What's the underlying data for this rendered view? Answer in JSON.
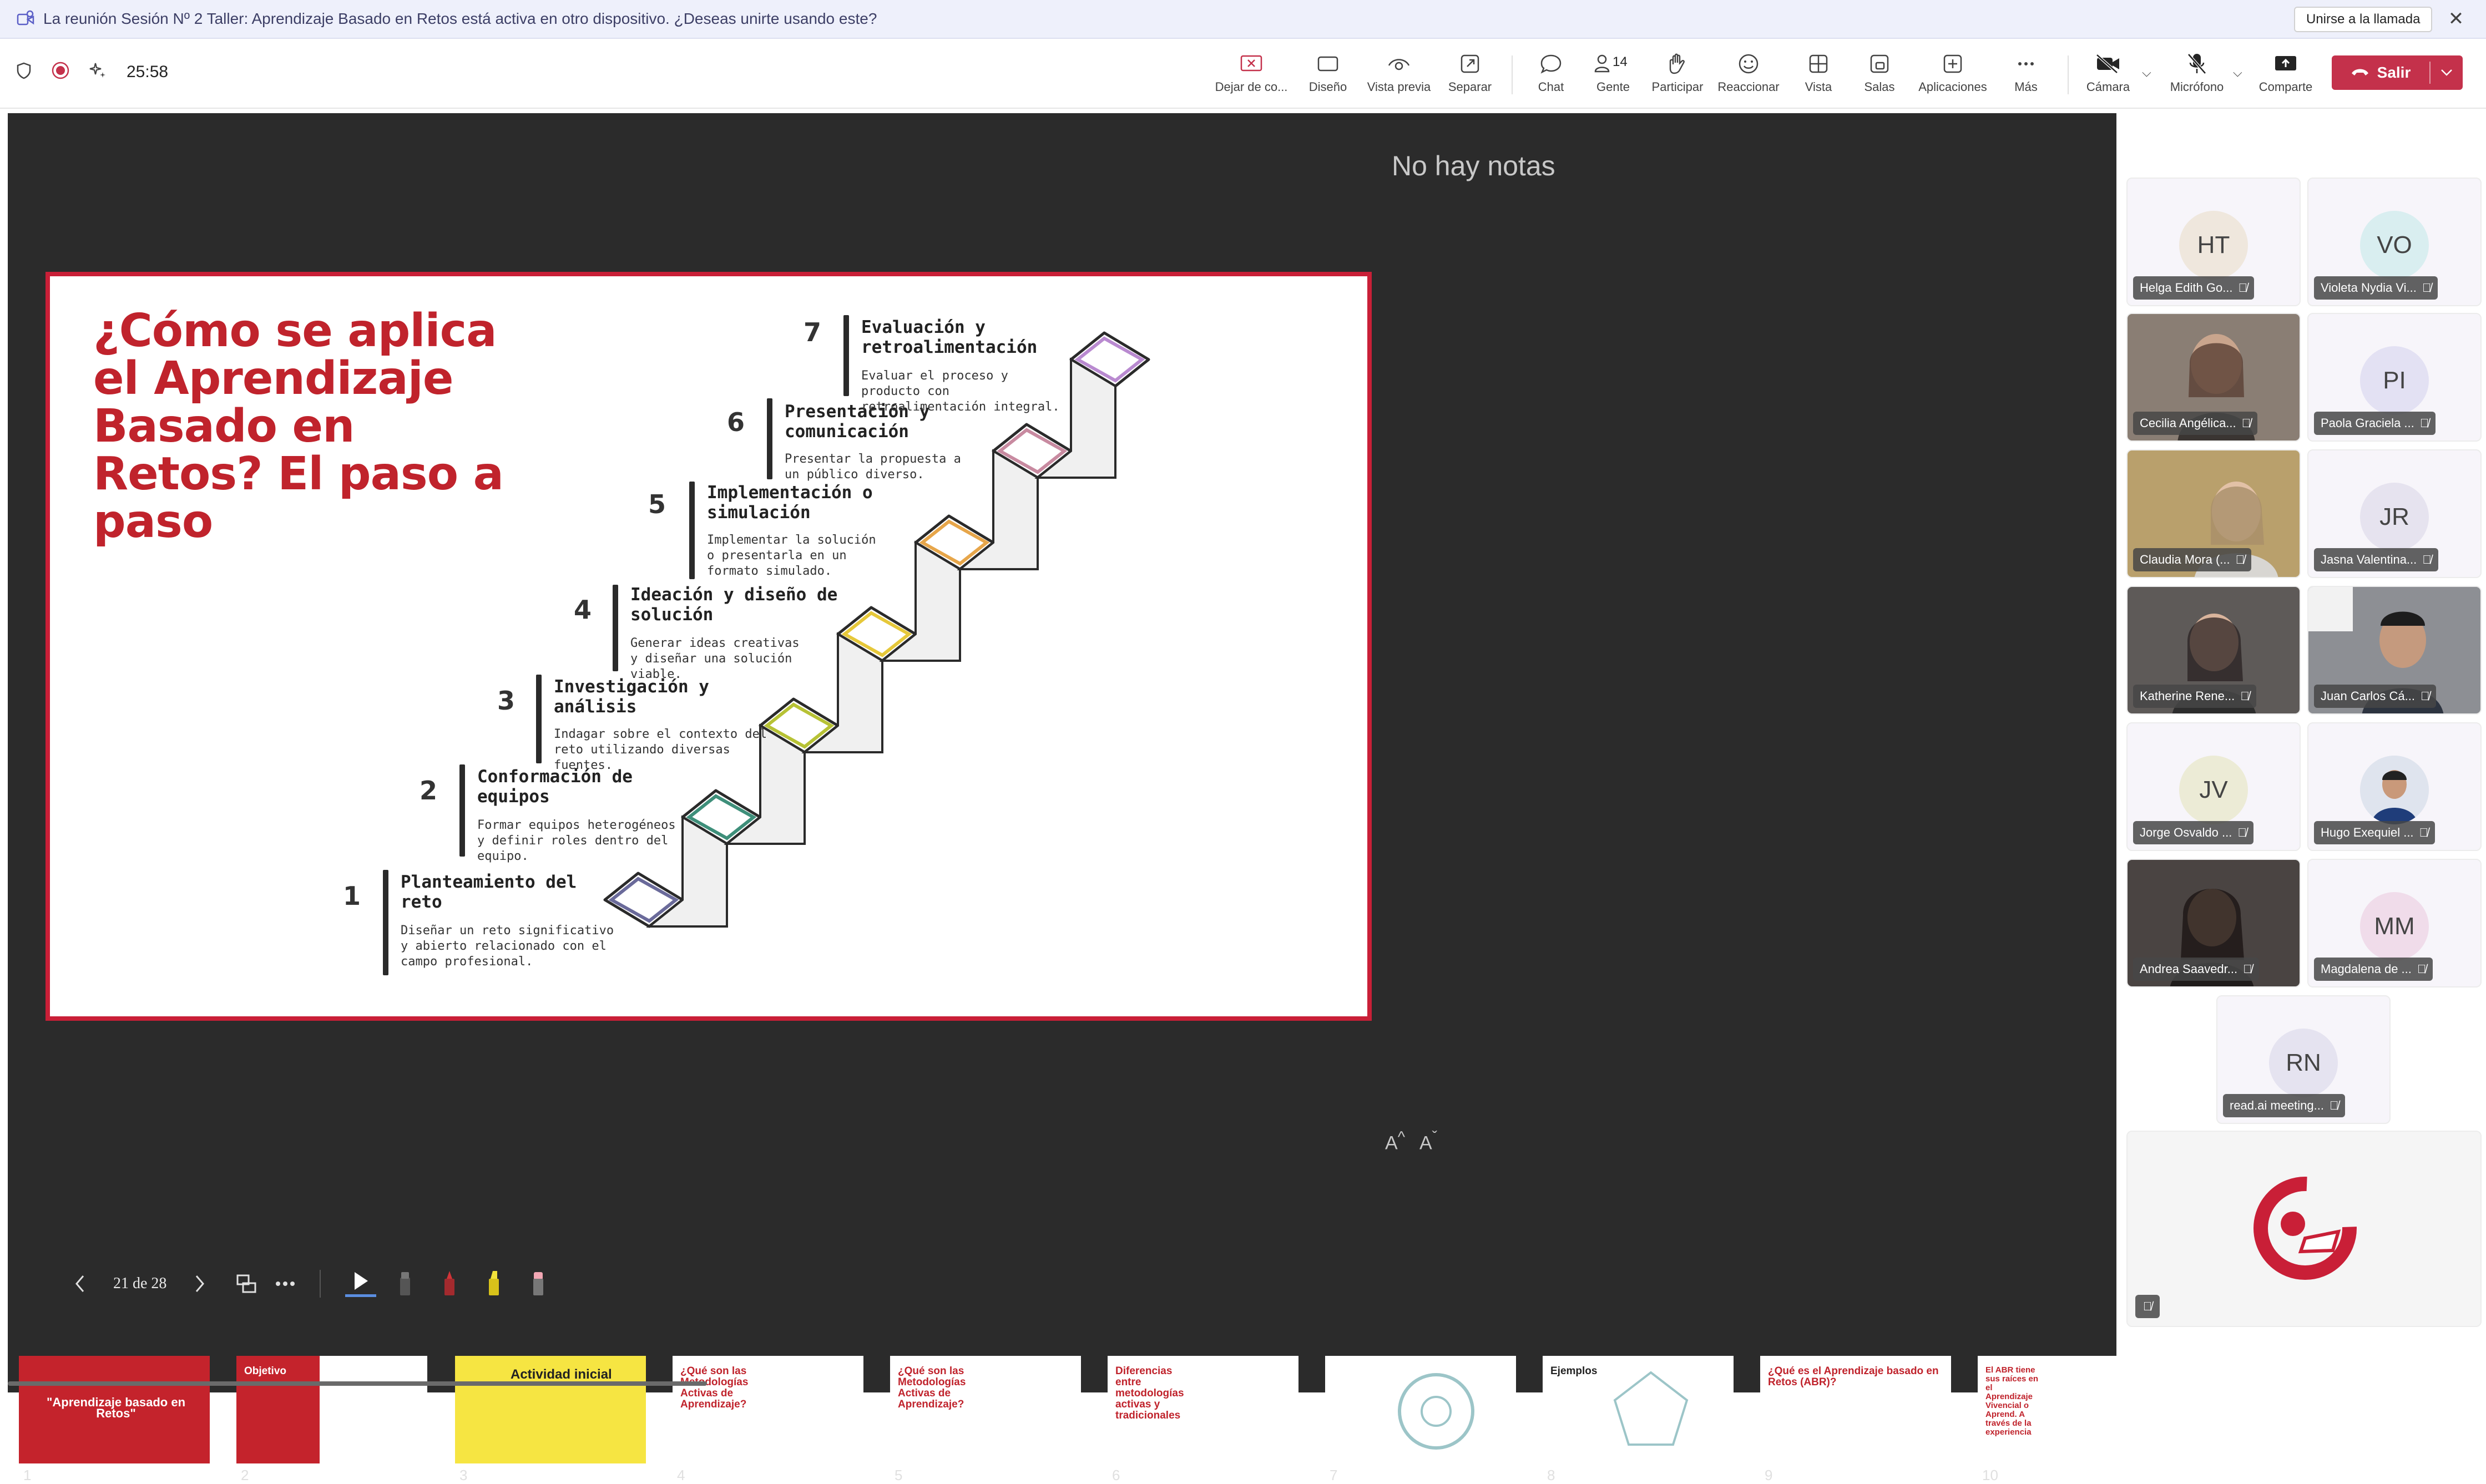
{
  "banner": {
    "text": "La reunión Sesión Nº 2 Taller: Aprendizaje Basado en Retos está activa en otro dispositivo. ¿Deseas unirte usando este?",
    "join_label": "Unirse a la llamada"
  },
  "toolbar": {
    "timer": "25:58",
    "buttons": [
      {
        "label": "Dejar de co...",
        "icon": "stop-share-icon"
      },
      {
        "label": "Diseño",
        "icon": "layout-icon"
      },
      {
        "label": "Vista previa",
        "icon": "eye-icon"
      },
      {
        "label": "Separar",
        "icon": "popout-icon"
      },
      {
        "label": "Chat",
        "icon": "chat-icon"
      },
      {
        "label": "Gente",
        "icon": "people-icon",
        "badge": "14"
      },
      {
        "label": "Participar",
        "icon": "hand-icon"
      },
      {
        "label": "Reaccionar",
        "icon": "smile-icon"
      },
      {
        "label": "Vista",
        "icon": "grid-icon"
      },
      {
        "label": "Salas",
        "icon": "rooms-icon"
      },
      {
        "label": "Aplicaciones",
        "icon": "plus-icon"
      },
      {
        "label": "Más",
        "icon": "more-icon"
      },
      {
        "label": "Cámara",
        "icon": "camera-off-icon"
      },
      {
        "label": "Micrófono",
        "icon": "mic-off-icon"
      },
      {
        "label": "Comparte",
        "icon": "share-icon"
      }
    ],
    "leave_label": "Salir",
    "accent": "#c4314b"
  },
  "slide": {
    "title": "¿Cómo se aplica el Aprendizaje Basado en Retos? El paso a paso",
    "steps": [
      {
        "num": "1",
        "title": "Planteamiento del reto",
        "desc": "Diseñar un reto significativo y abierto relacionado con el campo profesional."
      },
      {
        "num": "2",
        "title": "Conformación de equipos",
        "desc": "Formar equipos heterogéneos y definir roles dentro del equipo."
      },
      {
        "num": "3",
        "title": "Investigación y análisis",
        "desc": "Indagar sobre el contexto del reto utilizando diversas fuentes."
      },
      {
        "num": "4",
        "title": "Ideación y diseño de solución",
        "desc": "Generar ideas creativas y diseñar una solución viable."
      },
      {
        "num": "5",
        "title": "Implementación o simulación",
        "desc": "Implementar la solución o presentarla en un formato simulado."
      },
      {
        "num": "6",
        "title": "Presentación y comunicación",
        "desc": "Presentar la propuesta a un público diverso."
      },
      {
        "num": "7",
        "title": "Evaluación y retroalimentación",
        "desc": "Evaluar el proceso y producto con retroalimentación integral."
      }
    ]
  },
  "notes": "No hay notas",
  "controls": {
    "page": "21 de 28"
  },
  "thumbnails": [
    {
      "num": "1",
      "title": "\"Aprendizaje basado en Retos\""
    },
    {
      "num": "2",
      "title": "Objetivo"
    },
    {
      "num": "3",
      "title": "Actividad inicial"
    },
    {
      "num": "4",
      "title": "¿Qué son las Metodologías Activas de Aprendizaje?"
    },
    {
      "num": "5",
      "title": "¿Qué son las Metodologías Activas de Aprendizaje?"
    },
    {
      "num": "6",
      "title": "Diferencias entre metodologías activas y tradicionales"
    },
    {
      "num": "7",
      "title": ""
    },
    {
      "num": "8",
      "title": "Ejemplos"
    },
    {
      "num": "9",
      "title": "¿Qué es el Aprendizaje basado en Retos (ABR)?"
    },
    {
      "num": "10",
      "title": "El ABR tiene sus raíces en el Aprendizaje Vivencial o Aprend. A través de la experiencia"
    }
  ],
  "participants": [
    {
      "initials": "HT",
      "name": "Helga Edith Go...",
      "color": "#efe7dd",
      "video": false
    },
    {
      "initials": "VO",
      "name": "Violeta Nydia Vi...",
      "color": "#d9eef0",
      "video": false
    },
    {
      "initials": "",
      "name": "Cecilia Angélica...",
      "color": "#8a7e74",
      "video": true
    },
    {
      "initials": "PI",
      "name": "Paola Graciela ...",
      "color": "#e3e1f3",
      "video": false
    },
    {
      "initials": "",
      "name": "Claudia Mora (...",
      "color": "#b9a06c",
      "video": true
    },
    {
      "initials": "JR",
      "name": "Jasna Valentina...",
      "color": "#e6e3ef",
      "video": false
    },
    {
      "initials": "",
      "name": "Katherine Rene...",
      "color": "#5e5a58",
      "video": true
    },
    {
      "initials": "",
      "name": "Juan Carlos Cá...",
      "color": "#8d8f94",
      "video": true
    },
    {
      "initials": "JV",
      "name": "Jorge Osvaldo ...",
      "color": "#ecebd6",
      "video": false
    },
    {
      "initials": "",
      "name": "Hugo Exequiel ...",
      "color": "#e8e4ef",
      "video": false
    },
    {
      "initials": "",
      "name": "Andrea Saavedr...",
      "color": "#4a4442",
      "video": true
    },
    {
      "initials": "MM",
      "name": "Magdalena de ...",
      "color": "#f0dcea",
      "video": false
    },
    {
      "initials": "RN",
      "name": "read.ai meeting...",
      "color": "#e5e3f0",
      "video": false
    }
  ]
}
